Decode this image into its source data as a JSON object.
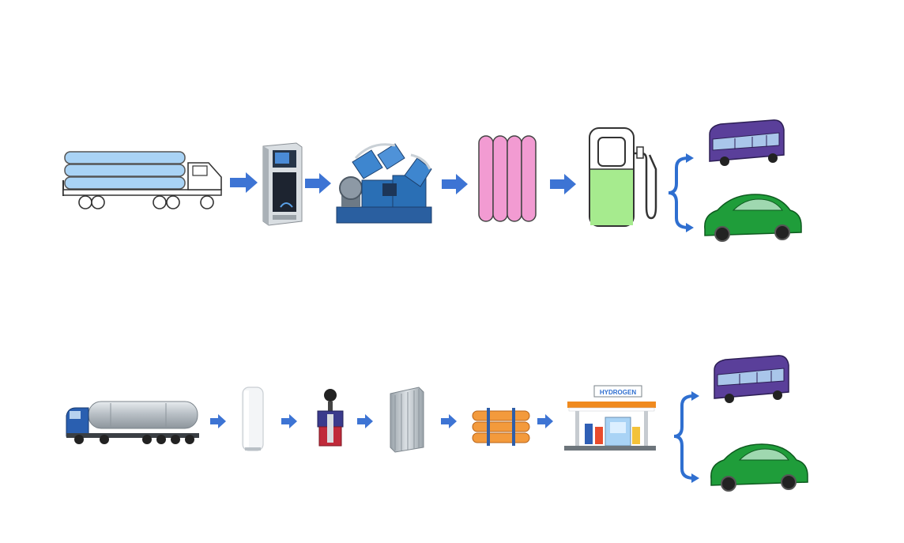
{
  "diagram": {
    "colors": {
      "arrow": "#3d74d4",
      "bracket": "#2f6fd0",
      "gas_tube": "#a9d3f5",
      "gas_cylinder": "#f29bd2",
      "dispenser_fill": "#a6eb8e",
      "bus": "#5a3f9a",
      "car": "#1f9d3a",
      "lh2_cylinder": "#f39a3c",
      "compressor": "#2a6fb5"
    },
    "rows": [
      {
        "id": "gaseous-hydrogen-route",
        "stages": [
          {
            "name": "tube-trailer",
            "icon": "tube-trailer-icon"
          },
          {
            "name": "control-cabinet",
            "icon": "control-cabinet-icon"
          },
          {
            "name": "compressor",
            "icon": "compressor-icon"
          },
          {
            "name": "storage-cylinders",
            "icon": "gas-cylinders-icon"
          },
          {
            "name": "fuel-dispenser",
            "icon": "fuel-dispenser-icon"
          }
        ],
        "outputs": [
          "bus-icon",
          "car-icon"
        ]
      },
      {
        "id": "liquid-hydrogen-route",
        "stages": [
          {
            "name": "liquid-tanker-truck",
            "icon": "tanker-truck-icon"
          },
          {
            "name": "storage-tank",
            "icon": "storage-tank-icon"
          },
          {
            "name": "liquid-pump",
            "icon": "pump-icon"
          },
          {
            "name": "vaporizer",
            "icon": "vaporizer-icon"
          },
          {
            "name": "cylinder-bundle",
            "icon": "cylinder-bundle-icon"
          },
          {
            "name": "hydrogen-station",
            "icon": "hydrogen-station-icon"
          }
        ],
        "outputs": [
          "bus-icon",
          "car-icon"
        ]
      }
    ],
    "station_sign": "HYDROGEN"
  }
}
